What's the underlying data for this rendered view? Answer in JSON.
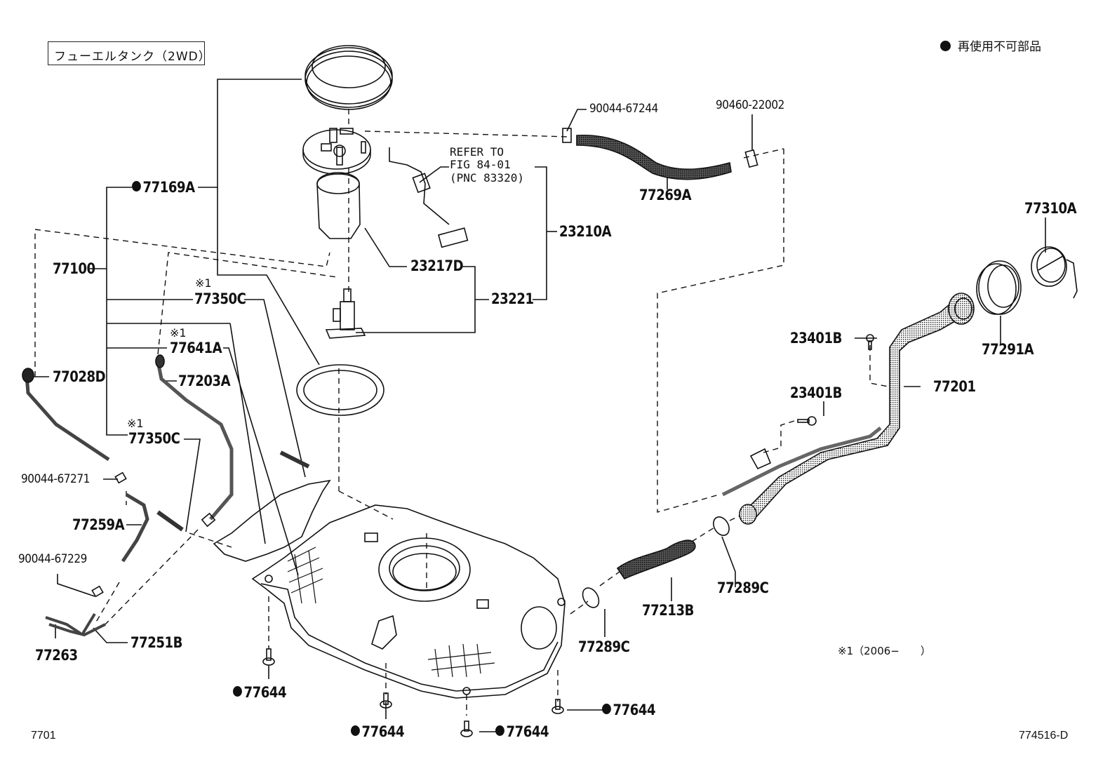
{
  "title": "フューエルタンク（2WD）",
  "legend": {
    "symbol": "filled-circle",
    "text": "再使用不可部品"
  },
  "footnote": {
    "mark": "※1",
    "text": "※1（2006−　　）"
  },
  "figure_number": "7701",
  "illustration_id": "774516-D",
  "reference_note": {
    "line1": "REFER TO",
    "line2": "FIG 84-01",
    "line3": "(PNC 83320)"
  },
  "parts": [
    {
      "id": "77169A",
      "non_reusable": true,
      "note": ""
    },
    {
      "id": "77100",
      "non_reusable": false,
      "note": ""
    },
    {
      "id": "77350C",
      "non_reusable": false,
      "note": "※1",
      "instance": "upper"
    },
    {
      "id": "77641A",
      "non_reusable": false,
      "note": "※1"
    },
    {
      "id": "77028D",
      "non_reusable": false,
      "note": ""
    },
    {
      "id": "77203A",
      "non_reusable": false,
      "note": ""
    },
    {
      "id": "77350C",
      "non_reusable": false,
      "note": "※1",
      "instance": "lower"
    },
    {
      "id": "90044-67271",
      "non_reusable": false,
      "note": ""
    },
    {
      "id": "77259A",
      "non_reusable": false,
      "note": ""
    },
    {
      "id": "90044-67229",
      "non_reusable": false,
      "note": ""
    },
    {
      "id": "77263",
      "non_reusable": false,
      "note": ""
    },
    {
      "id": "77251B",
      "non_reusable": false,
      "note": ""
    },
    {
      "id": "23217D",
      "non_reusable": false,
      "note": ""
    },
    {
      "id": "23210A",
      "non_reusable": false,
      "note": ""
    },
    {
      "id": "23221",
      "non_reusable": false,
      "note": ""
    },
    {
      "id": "90044-67244",
      "non_reusable": false,
      "note": ""
    },
    {
      "id": "90460-22002",
      "non_reusable": false,
      "note": ""
    },
    {
      "id": "77269A",
      "non_reusable": false,
      "note": ""
    },
    {
      "id": "77310A",
      "non_reusable": false,
      "note": ""
    },
    {
      "id": "77291A",
      "non_reusable": false,
      "note": ""
    },
    {
      "id": "23401B",
      "non_reusable": false,
      "note": "",
      "instance": "upper"
    },
    {
      "id": "23401B",
      "non_reusable": false,
      "note": "",
      "instance": "lower"
    },
    {
      "id": "77201",
      "non_reusable": false,
      "note": ""
    },
    {
      "id": "77289C",
      "non_reusable": false,
      "note": "",
      "instance": "right"
    },
    {
      "id": "77213B",
      "non_reusable": false,
      "note": ""
    },
    {
      "id": "77289C",
      "non_reusable": false,
      "note": "",
      "instance": "left"
    },
    {
      "id": "77644",
      "non_reusable": true,
      "note": "",
      "instance": "left"
    },
    {
      "id": "77644",
      "non_reusable": true,
      "note": "",
      "instance": "bottom-1"
    },
    {
      "id": "77644",
      "non_reusable": true,
      "note": "",
      "instance": "bottom-2"
    },
    {
      "id": "77644",
      "non_reusable": true,
      "note": "",
      "instance": "right"
    }
  ]
}
